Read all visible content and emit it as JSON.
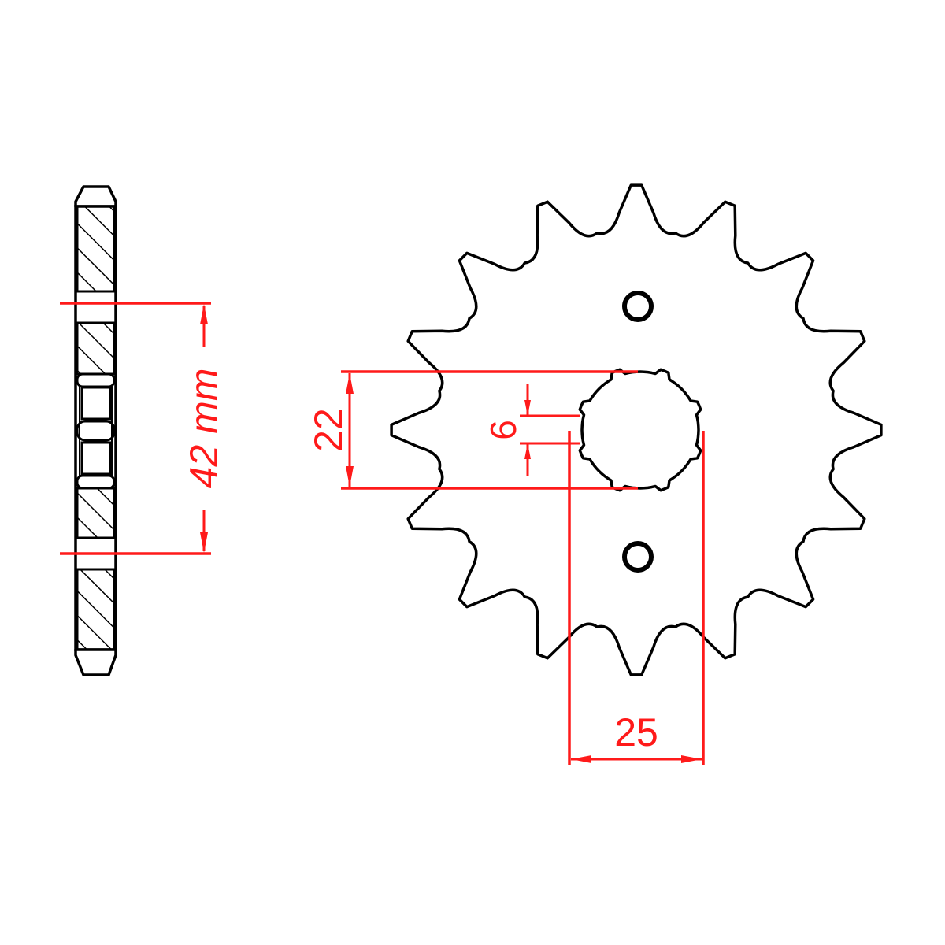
{
  "drawing": {
    "type": "front sprocket technical drawing",
    "teeth": 16,
    "line_color": "#000000",
    "dimension_color": "#ff1a1a",
    "background": "#ffffff"
  },
  "side_view": {
    "dimension_label": "42 mm",
    "dimension_value": 42,
    "dimension_unit": "mm"
  },
  "front_view": {
    "spline_height_label": "22",
    "spline_width_label": "6",
    "spline_offset_label": "25",
    "bolt_holes": 2
  }
}
